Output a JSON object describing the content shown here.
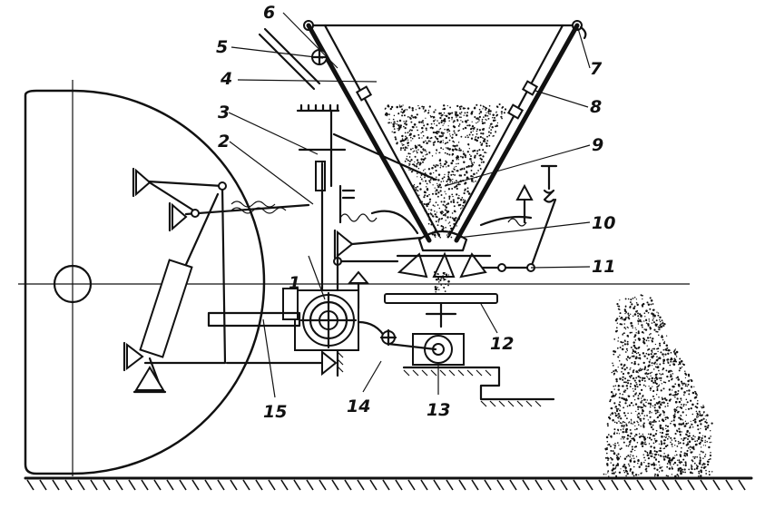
{
  "figure": {
    "labels": [
      {
        "id": "label-1",
        "text": "1"
      },
      {
        "id": "label-2",
        "text": "2"
      },
      {
        "id": "label-3",
        "text": "3"
      },
      {
        "id": "label-4",
        "text": "4"
      },
      {
        "id": "label-5",
        "text": "5"
      },
      {
        "id": "label-6",
        "text": "6"
      },
      {
        "id": "label-7",
        "text": "7"
      },
      {
        "id": "label-8",
        "text": "8"
      },
      {
        "id": "label-9",
        "text": "9"
      },
      {
        "id": "label-10",
        "text": "10"
      },
      {
        "id": "label-11",
        "text": "11"
      },
      {
        "id": "label-12",
        "text": "12"
      },
      {
        "id": "label-13",
        "text": "13"
      },
      {
        "id": "label-14",
        "text": "14"
      },
      {
        "id": "label-15",
        "text": "15"
      }
    ]
  },
  "colors": {
    "ink": "#111111",
    "paper": "#ffffff"
  }
}
